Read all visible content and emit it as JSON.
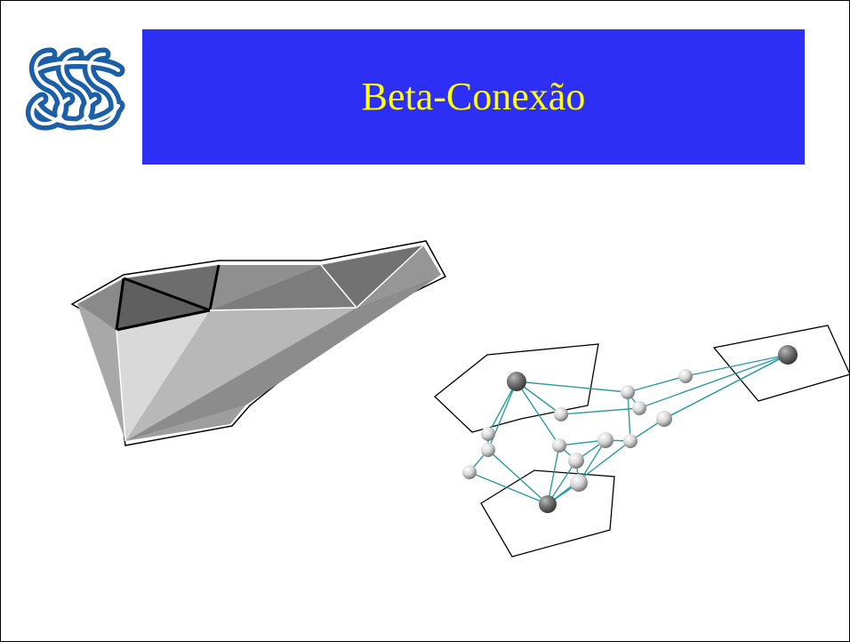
{
  "slide": {
    "title": "Beta-Conexão",
    "colors": {
      "title_background": "#2e2ff5",
      "title_text": "#ffff00",
      "logo": "#1b5fa8",
      "graph_edges": "#2a9c9c",
      "polygon_outline": "#000000",
      "mesh_dark": "#707070",
      "mesh_light": "#d9d9d9"
    }
  },
  "logo": {
    "icon": "knot-emblem-icon"
  },
  "figures": {
    "left": "3d-triangulated-mesh",
    "right": "sphere-node-graph-with-polygons"
  }
}
